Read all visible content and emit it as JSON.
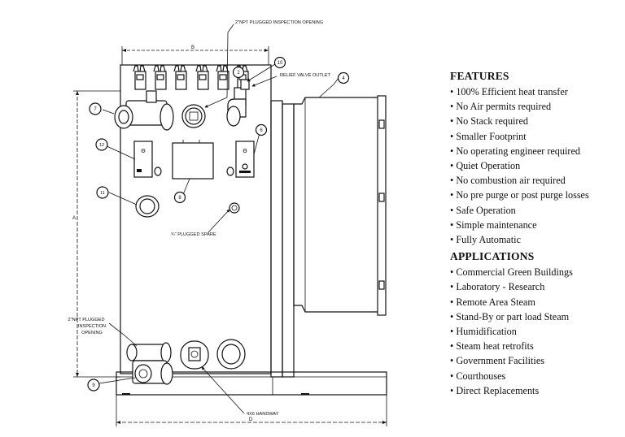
{
  "callouts": {
    "c2": "2",
    "c4": "4",
    "c6": "6",
    "c7": "7",
    "c8": "8",
    "c9": "9",
    "c10": "10",
    "c11": "11",
    "c12": "12"
  },
  "labels": {
    "top_inspection": "2\"NPT PLUGGED INSPECTION OPENING",
    "relief_valve": "RELIEF VALVE OUTLET",
    "plugged_spare": "¾\" PLUGGED SPARE",
    "left_inspection_line1": "2\"NPT PLUGGED",
    "left_inspection_line2": "INSPECTION",
    "left_inspection_line3": "OPENING",
    "handway": "4X6 HANDWAY"
  },
  "dimensions": {
    "width_top": "B",
    "height_left": "A",
    "width_bottom": "D"
  },
  "features": {
    "heading": "FEATURES",
    "items": [
      "100% Efficient heat transfer",
      "No Air permits required",
      "No Stack required",
      "Smaller Footprint",
      "No operating engineer required",
      "Quiet Operation",
      "No combustion air required",
      "No pre purge or post purge losses",
      "Safe Operation",
      "Simple maintenance",
      "Fully Automatic"
    ]
  },
  "applications": {
    "heading": "APPLICATIONS",
    "items": [
      "Commercial Green Buildings",
      "Laboratory - Research",
      "Remote Area Steam",
      "Stand-By or part load Steam",
      "Humidification",
      "Steam heat retrofits",
      "Government Facilities",
      "Courthouses",
      "Direct Replacements"
    ]
  }
}
